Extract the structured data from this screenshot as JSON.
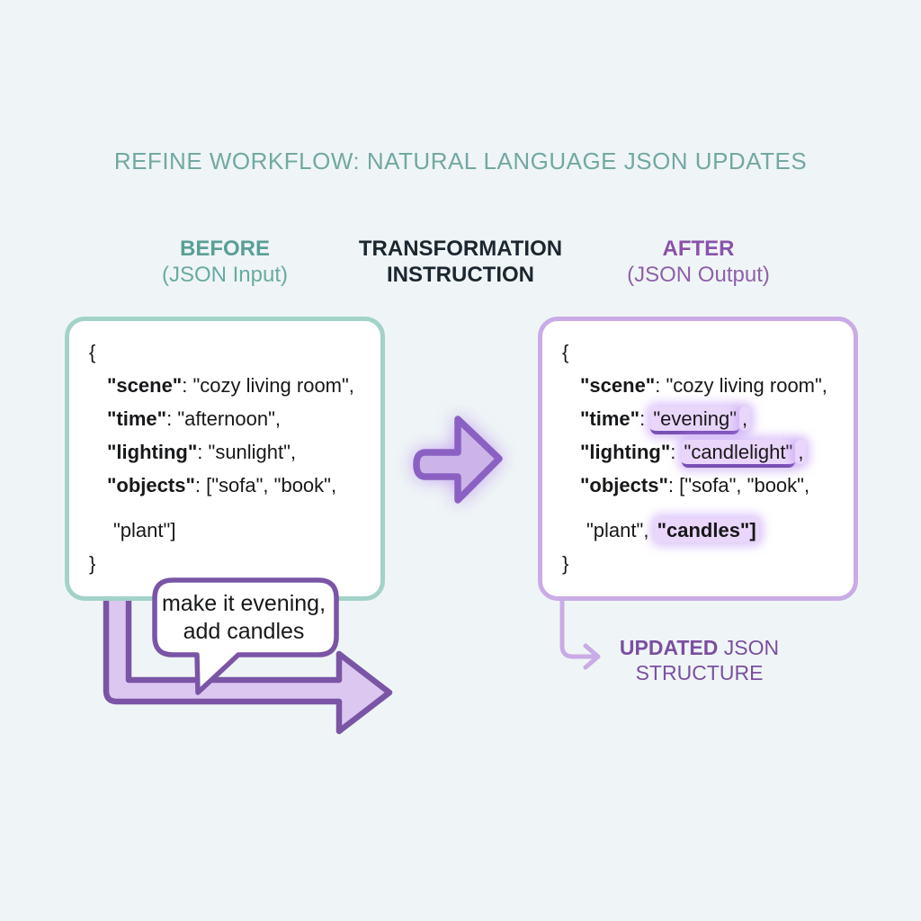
{
  "title": "REFINE WORKFLOW: NATURAL LANGUAGE JSON UPDATES",
  "columns": {
    "before": {
      "label": "BEFORE",
      "sublabel": "(JSON Input)"
    },
    "middle": {
      "label": "TRANSFORMATION",
      "sublabel": "INSTRUCTION"
    },
    "after": {
      "label": "AFTER",
      "sublabel": "(JSON Output)"
    }
  },
  "before_json": {
    "lines": [
      {
        "indent": 0,
        "segs": [
          {
            "t": "{",
            "s": "p"
          }
        ]
      },
      {
        "indent": 1,
        "segs": [
          {
            "t": "\"scene\"",
            "s": "k"
          },
          {
            "t": ": \"cozy living room\",",
            "s": "p"
          }
        ]
      },
      {
        "indent": 1,
        "segs": [
          {
            "t": "\"time\"",
            "s": "k"
          },
          {
            "t": ": \"afternoon\",",
            "s": "p"
          }
        ]
      },
      {
        "indent": 1,
        "segs": [
          {
            "t": "\"lighting\"",
            "s": "k"
          },
          {
            "t": ": \"sunlight\",",
            "s": "p"
          }
        ]
      },
      {
        "indent": 1,
        "segs": [
          {
            "t": "\"objects\"",
            "s": "k"
          },
          {
            "t": ": [\"sofa\", \"book\",",
            "s": "p"
          }
        ]
      },
      {
        "indent": 2,
        "gap": true,
        "segs": [
          {
            "t": "\"plant\"]",
            "s": "p"
          }
        ]
      },
      {
        "indent": 0,
        "segs": [
          {
            "t": "}",
            "s": "p"
          }
        ]
      }
    ]
  },
  "after_json": {
    "lines": [
      {
        "indent": 0,
        "segs": [
          {
            "t": "{",
            "s": "p"
          }
        ]
      },
      {
        "indent": 1,
        "segs": [
          {
            "t": "\"scene\"",
            "s": "k"
          },
          {
            "t": ": \"cozy living room\",",
            "s": "p"
          }
        ]
      },
      {
        "indent": 1,
        "segs": [
          {
            "t": "\"time\"",
            "s": "k"
          },
          {
            "t": ": ",
            "s": "p"
          },
          {
            "t": "\"evening\"",
            "s": "hu"
          },
          {
            "t": ",",
            "s": "h"
          }
        ]
      },
      {
        "indent": 1,
        "segs": [
          {
            "t": "\"lighting\"",
            "s": "k"
          },
          {
            "t": ": ",
            "s": "p"
          },
          {
            "t": "\"candlelight\"",
            "s": "hu"
          },
          {
            "t": ",",
            "s": "h"
          }
        ]
      },
      {
        "indent": 1,
        "segs": [
          {
            "t": "\"objects\"",
            "s": "k"
          },
          {
            "t": ": [\"sofa\", \"book\",",
            "s": "p"
          }
        ]
      },
      {
        "indent": 2,
        "gap": true,
        "segs": [
          {
            "t": "\"plant\", ",
            "s": "p"
          },
          {
            "t": "\"candles\"]",
            "s": "kh"
          }
        ]
      },
      {
        "indent": 0,
        "segs": [
          {
            "t": "}",
            "s": "p"
          }
        ]
      }
    ]
  },
  "bubble": {
    "line1": "make it evening,",
    "line2": "add candles"
  },
  "updated_label": {
    "bold": "UPDATED",
    "rest": " JSON",
    "line2": "STRUCTURE"
  },
  "icons": {
    "transform_arrow": "right-arrow-icon",
    "instruction_arrow": "elbow-right-arrow-icon",
    "output_connector": "elbow-connector-arrow-icon"
  },
  "colors": {
    "background": "#eff5f6",
    "title_teal": "#72a8a3",
    "before_teal": "#5a9f95",
    "after_purple": "#8a52a9",
    "before_box_border": "#a3d2c9",
    "after_box_border": "#c9abe6",
    "highlight_bg": "#e9d6fa",
    "highlight_underline": "#7a4fb5",
    "arrow_fill": "#ccb3e8",
    "arrow_stroke": "#8a61c2",
    "l_arrow_fill": "#dcc7f0",
    "l_arrow_stroke": "#7a55a5",
    "updated_label_purple": "#7b4fa0"
  }
}
